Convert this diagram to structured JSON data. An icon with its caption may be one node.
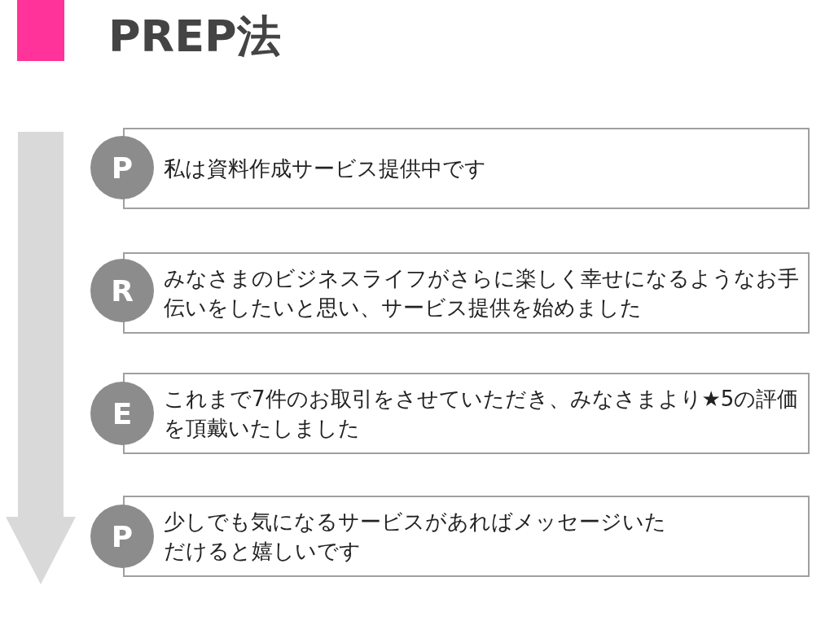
{
  "diagram": {
    "title": "PREP法",
    "nodes": [
      {
        "text": [
          "P"
        ]
      },
      {
        "text": [
          "私は資料作成サービス提供中です"
        ]
      },
      {
        "text": [
          "R"
        ]
      },
      {
        "text": [
          "みなさまのビジネスライフがさらに楽しく幸せになるようなお手伝いをしたいと思い、サービス提供を始めました"
        ]
      },
      {
        "text": [
          "E"
        ]
      },
      {
        "text": [
          "これまで7件のお取引をさせていただき、みなさまより★5の評価を頂戴いたしました"
        ]
      },
      {
        "text": [
          "P"
        ]
      },
      {
        "text": [
          "少しでも気になるサービスがあればメッセージいただけると嬉しいです"
        ]
      }
    ],
    "edges": []
  }
}
